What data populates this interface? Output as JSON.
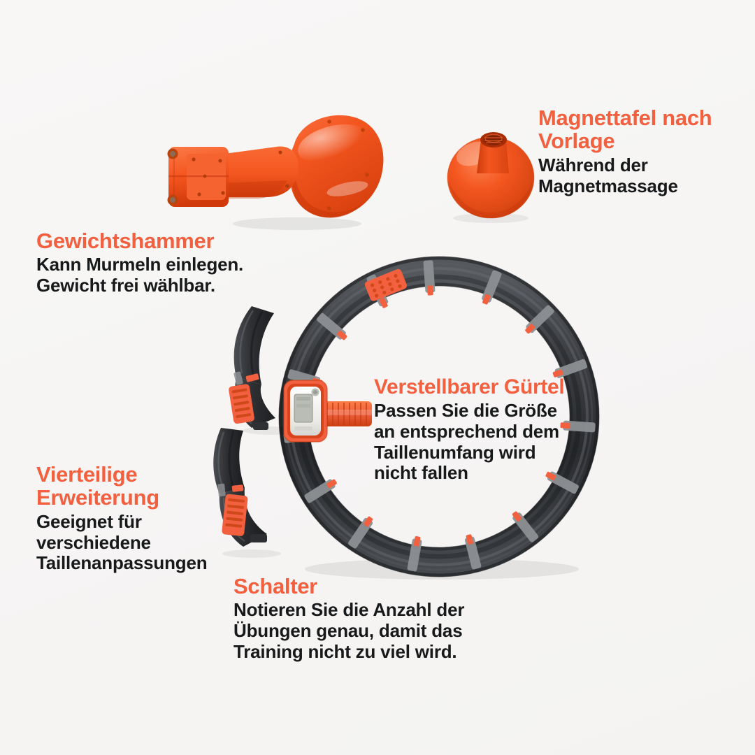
{
  "page": {
    "background_color": "#f7f6f5",
    "accent_color": "#f2603f",
    "text_color": "#17191a",
    "product": "Verstellbarer Hula-Hoop-Reifen mit Gewicht"
  },
  "callouts": [
    {
      "id": "magnet",
      "title": "Magnettafel nach\nVorlage",
      "body": "Während der\nMagnetmassage"
    },
    {
      "id": "hammer",
      "title": "Gewichtshammer",
      "body": "Kann Murmeln einlegen.\nGewicht frei wählbar."
    },
    {
      "id": "belt",
      "title": "Verstellbarer Gürtel",
      "body": "Passen Sie die Größe\nan entsprechend dem\nTaillenumfang wird\nnicht fallen"
    },
    {
      "id": "expansion",
      "title": "Vierteilige\nErweiterung",
      "body": "Geeignet für\nverschiedene\nTaillenanpassungen"
    },
    {
      "id": "switch",
      "title": "Schalter",
      "body": "Notieren Sie die Anzahl der\nÜbungen genau, damit das\nTraining nicht zu viel wird."
    }
  ],
  "artwork": {
    "hammer": {
      "name": "Gewichtshammer",
      "body_color": "#f4561f",
      "shade_color": "#d8410f",
      "highlight_color": "#fb8a54"
    },
    "cone": {
      "name": "Magnettafel",
      "body_color": "#f4561f",
      "socket_color": "#c7380b"
    },
    "ring": {
      "name": "Verstellbarer Gürtel",
      "band_color": "#3b3d40",
      "band_dark": "#232528",
      "clip_color": "#8d9094",
      "accent_color": "#f2603f",
      "segment_count": 16
    },
    "counter": {
      "name": "Schalter / Zähler",
      "bezel_color": "#f2603f",
      "body_color": "#f4f4f2",
      "screen_color": "#b9bdb6"
    },
    "loose_segments": {
      "name": "Vierteilige Erweiterung",
      "count": 2,
      "band_color": "#3b3d40",
      "pad_color": "#f2603f"
    }
  }
}
